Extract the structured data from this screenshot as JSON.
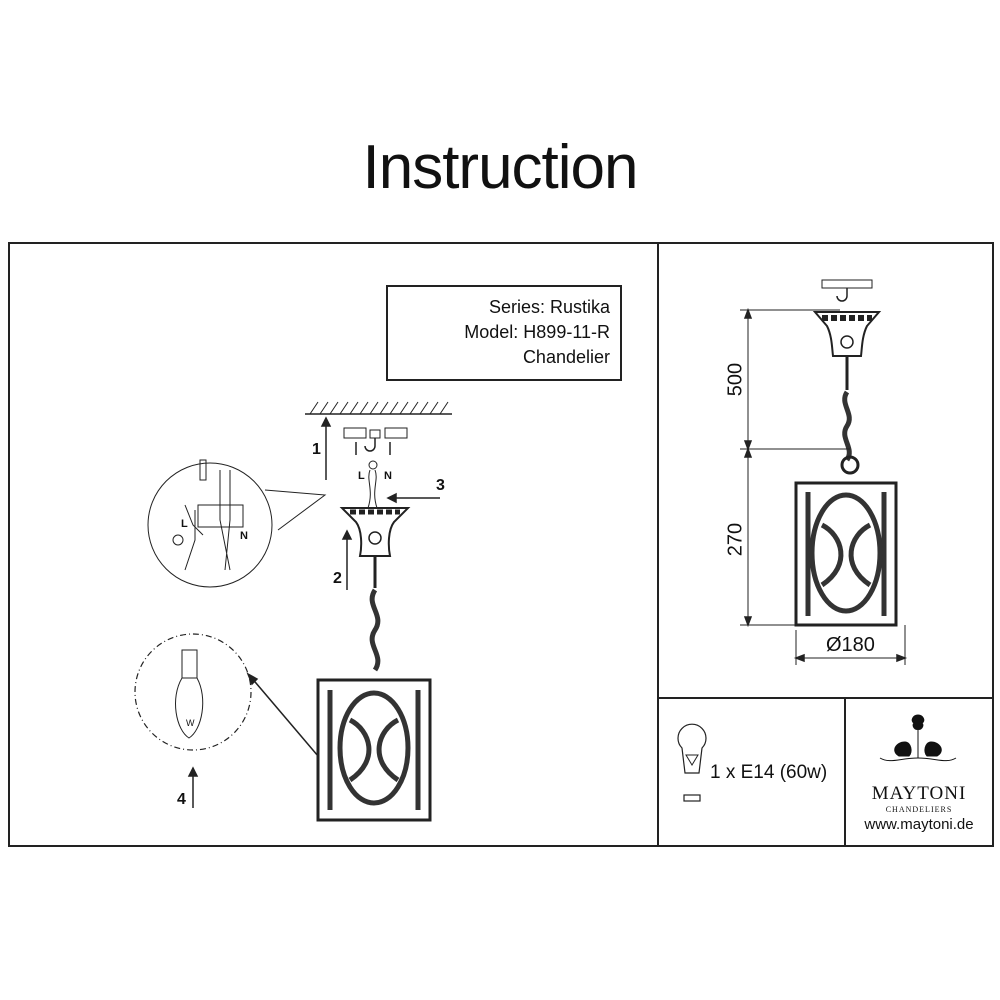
{
  "title": "Instruction",
  "product": {
    "series": "Series: Rustika",
    "model": "Model: H899-11-R",
    "type": "Chandelier"
  },
  "steps": [
    "1",
    "2",
    "3",
    "4"
  ],
  "wiring": {
    "live": "L",
    "neutral": "N",
    "bulb_mark": "W"
  },
  "dimensions": {
    "chain_length": "500",
    "shade_height": "270",
    "diameter": "Ø180"
  },
  "bulb_spec": "1 x E14 (60w)",
  "brand": {
    "name": "MAYTONI",
    "tagline": "CHANDELIERS",
    "url": "www.maytoni.de"
  }
}
